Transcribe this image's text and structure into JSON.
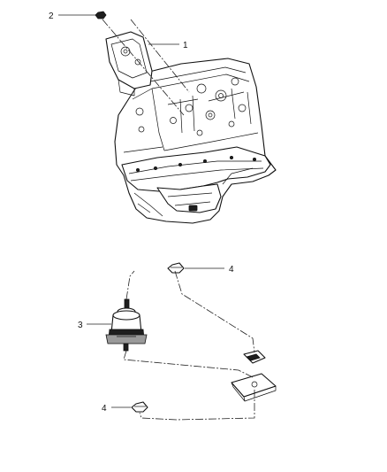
{
  "callouts": {
    "bolt": "2",
    "upper_mount_bracket": "1",
    "upper_nut": "4",
    "lower_mount_insulator": "3",
    "lower_nut": "4"
  }
}
